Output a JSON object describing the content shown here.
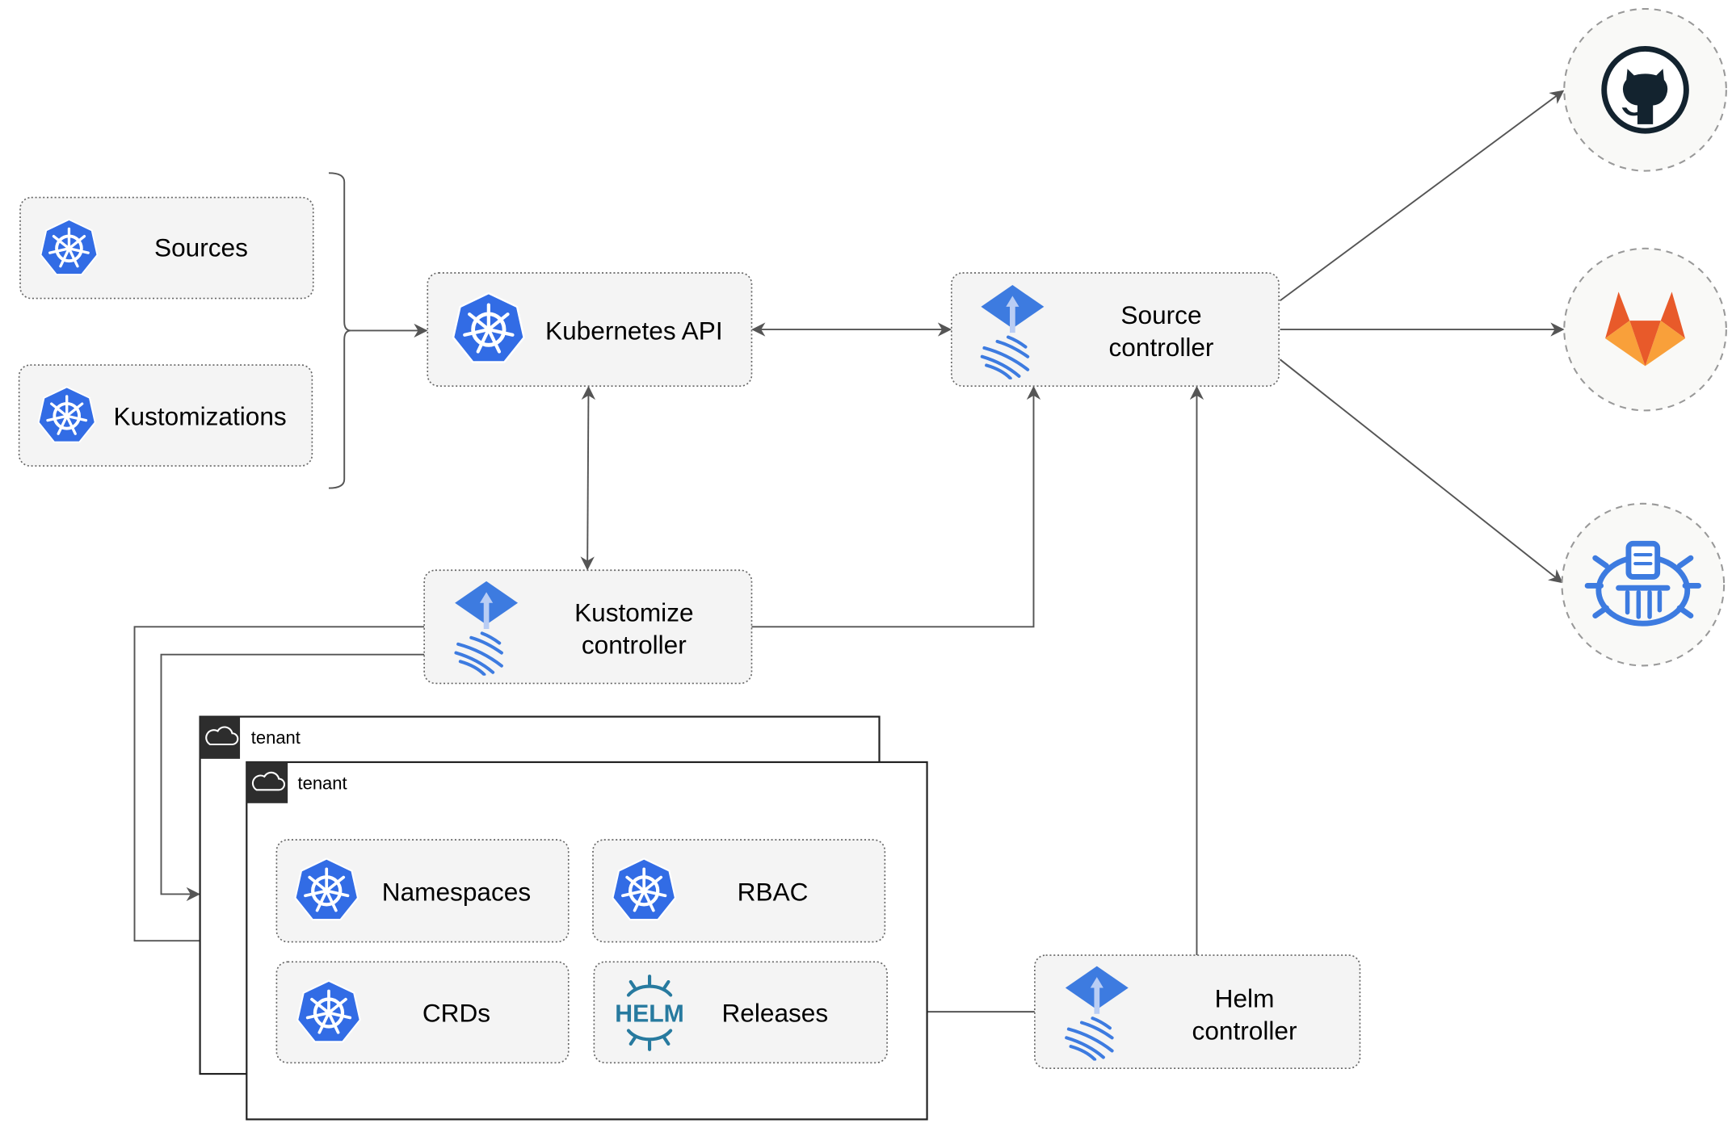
{
  "colors": {
    "kubernetes_blue": "#326CE5",
    "flux_blue": "#3D7BE0",
    "helm_blue": "#277A9F",
    "gitlab_orange": "#E85A2A",
    "github_dark": "#13232F",
    "edge": "#555555"
  },
  "resources": {
    "sources": "Sources",
    "kustomizations": "Kustomizations"
  },
  "kubernetes_api": {
    "label": "Kubernetes API"
  },
  "source_controller": {
    "line1": "Source",
    "line2": "controller"
  },
  "kustomize_controller": {
    "line1": "Kustomize",
    "line2": "controller"
  },
  "helm_controller": {
    "line1": "Helm",
    "line2": "controller"
  },
  "external_sources": [
    {
      "icon": "github-icon"
    },
    {
      "icon": "gitlab-icon"
    },
    {
      "icon": "bucket-icon"
    }
  ],
  "tenants": [
    {
      "label": "tenant"
    },
    {
      "label": "tenant"
    }
  ],
  "tenant_resources": {
    "namespaces": "Namespaces",
    "rbac": "RBAC",
    "crds": "CRDs",
    "releases": "Releases",
    "helm_logo_text": "HELM"
  }
}
